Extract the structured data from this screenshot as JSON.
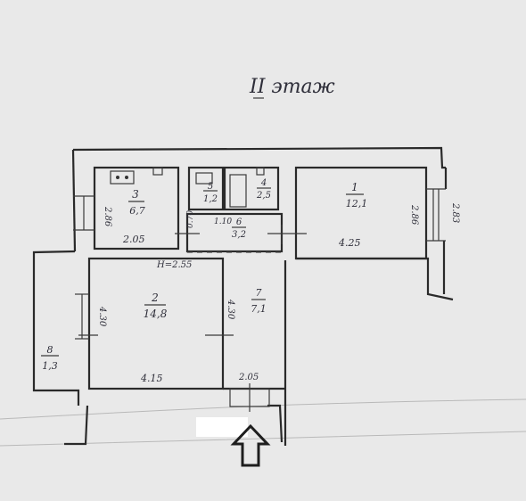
{
  "title": "II этаж",
  "rooms": [
    {
      "id": "1",
      "area": "12,1"
    },
    {
      "id": "2",
      "area": "14,8"
    },
    {
      "id": "3",
      "area": "6,7"
    },
    {
      "id": "4",
      "area": "2,5"
    },
    {
      "id": "5",
      "area": "1,2"
    },
    {
      "id": "6",
      "area": "3,2"
    },
    {
      "id": "7",
      "area": "7,1"
    },
    {
      "id": "8",
      "area": "1,3"
    }
  ],
  "dimensions": {
    "kitchen_h": "2.86",
    "kitchen_w": "2.05",
    "hall_w": "1.10",
    "hall_h": "0.70",
    "room1_w": "4.25",
    "room1_h": "2.86",
    "room1_outer": "2.83",
    "ceiling": "H=2.55",
    "room2_h": "4.30",
    "room2_w": "4.15",
    "corr_h": "4.30",
    "corr_w": "2.05"
  }
}
